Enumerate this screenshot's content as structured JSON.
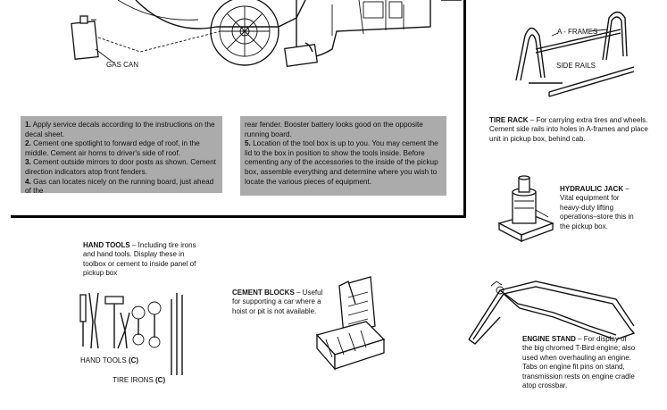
{
  "labels": {
    "gas_can": "GAS CAN",
    "a_frames": "A - FRAMES",
    "side_rails": "SIDE RAILS",
    "hand_tools": "HAND TOOLS",
    "tire_irons": "TIRE IRONS",
    "marker_c": "(C)"
  },
  "instructions_left": [
    {
      "num": "1.",
      "text": "Apply service decals according to the instructions on the decal sheet."
    },
    {
      "num": "2.",
      "text": "Cement one spotlight to forward edge of roof, in the middle. Cement air horns to driver's side of roof."
    },
    {
      "num": "3.",
      "text": "Cement outside mirrors to door posts as shown. Cement direction indicators atop front fenders."
    },
    {
      "num": "4.",
      "text": "Gas can locates nicely on the running board, just ahead of the"
    }
  ],
  "instructions_right": {
    "continued": "rear fender. Booster battery looks good on the opposite running board.",
    "num": "5.",
    "text": "Location of the tool box is up to you. You may cement the lid to the box in position to show the tools inside. Before cementing any of the accessories to the inside of the pickup box, assemble everything and determine where you wish to locate the various pieces of equipment."
  },
  "captions": {
    "tire_rack": {
      "title": "TIRE RACK",
      "text": " – For carrying extra tires and wheels. Cement side rails into holes in A-frames and place unit in pickup box, behind cab."
    },
    "hydraulic_jack": {
      "title": "HYDRAULIC JACK",
      "text": " – Vital equipment for heavy-duty lifting operations–store this in the pickup box."
    },
    "hand_tools": {
      "title": "HAND TOOLS",
      "text": " – Including tire irons and hand tools. Display these in toolbox or cement to inside panel of pickup box"
    },
    "cement_blocks": {
      "title": "CEMENT BLOCKS",
      "text": " – Useful for supporting a car where a hoist or pit is not available."
    },
    "engine_stand": {
      "title": "ENGINE STAND",
      "text": " – For display of the big chromed T-Bird engine; also used when overhauling an engine. Tabs on engine fit pins on stand, transmission rests on engine cradle atop crossbar."
    }
  }
}
